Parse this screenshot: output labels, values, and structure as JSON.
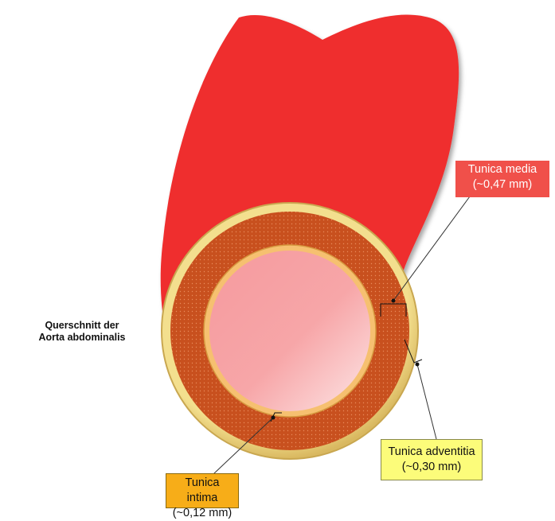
{
  "caption": {
    "line1": "Querschnitt der",
    "line2": "Aorta abdominalis"
  },
  "labels": {
    "media": {
      "name": "Tunica media",
      "thickness": "(~0,47 mm)"
    },
    "adventitia": {
      "name": "Tunica adventitia",
      "thickness": "(~0,30 mm)"
    },
    "intima": {
      "name": "Tunica intima",
      "thickness": "(~0,12 mm)"
    }
  },
  "colors": {
    "vessel": "#ef2f2f",
    "adventitia": "#f0d878",
    "media": "#c8501e",
    "intima": "#f6c070",
    "lumen": "#f9a3a6",
    "media_label_bg": "#f0504a",
    "adventitia_label_bg": "#fcfc7a",
    "intima_label_bg": "#f7ad18"
  }
}
